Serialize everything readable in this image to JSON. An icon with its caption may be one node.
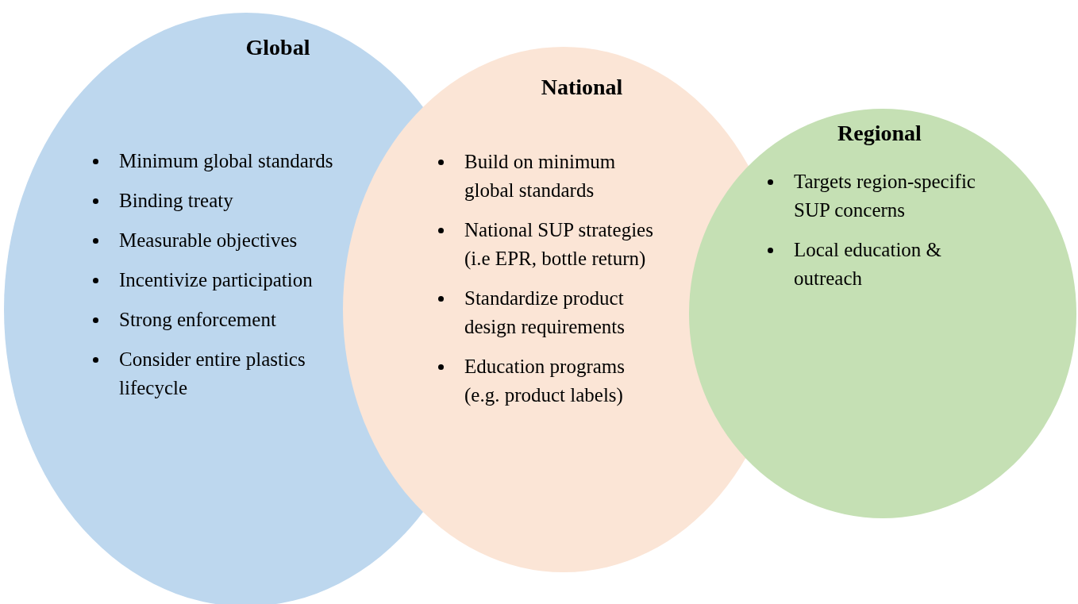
{
  "diagram": {
    "nodes": [
      {
        "text": [
          "Global",
          "Minimum global standards",
          "Binding treaty",
          "Measurable objectives",
          "Incentivize participation",
          "Strong enforcement",
          "Consider entire plastics lifecycle"
        ]
      },
      {
        "text": [
          "National",
          "Build on minimum global standards",
          "National SUP strategies (i.e EPR, bottle return)",
          "Standardize product design requirements",
          "Education programs (e.g. product labels)"
        ]
      },
      {
        "text": [
          "Regional",
          "Targets region-specific SUP concerns",
          "Local education & outreach"
        ]
      }
    ]
  }
}
